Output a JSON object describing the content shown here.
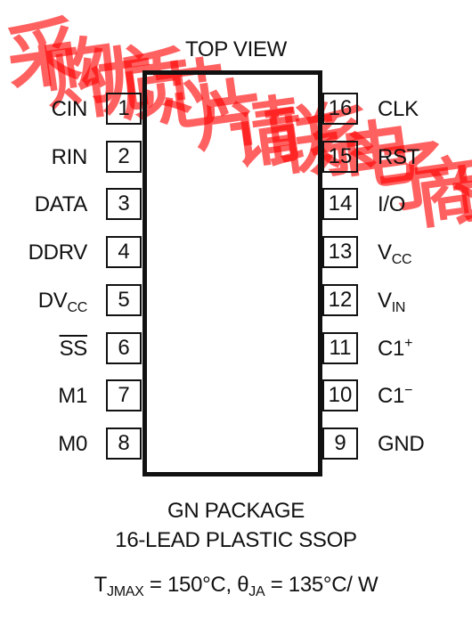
{
  "title": "TOP VIEW",
  "package": {
    "name": "GN PACKAGE",
    "description": "16-LEAD PLASTIC SSOP"
  },
  "thermal": {
    "tj_main": "T",
    "tj_sub": "JMAX",
    "tj_value": " = 150°C, ",
    "theta": "θ",
    "theta_sub": "JA",
    "theta_value": " = 135°C/ W"
  },
  "pins_left": [
    {
      "num": "1",
      "label": "CIN"
    },
    {
      "num": "2",
      "label": "RIN"
    },
    {
      "num": "3",
      "label": "DATA"
    },
    {
      "num": "4",
      "label": "DDRV"
    },
    {
      "num": "5",
      "label": "DV",
      "sub": "CC"
    },
    {
      "num": "6",
      "label": "SS",
      "overline": true
    },
    {
      "num": "7",
      "label": "M1"
    },
    {
      "num": "8",
      "label": "M0"
    }
  ],
  "pins_right": [
    {
      "num": "16",
      "label": "CLK"
    },
    {
      "num": "15",
      "label": "RST"
    },
    {
      "num": "14",
      "label": "I/O"
    },
    {
      "num": "13",
      "label": "V",
      "sub": "CC"
    },
    {
      "num": "12",
      "label": "V",
      "sub": "IN"
    },
    {
      "num": "11",
      "label": "C1",
      "sup": "+"
    },
    {
      "num": "10",
      "label": "C1",
      "sup": "−"
    },
    {
      "num": "9",
      "label": "GND"
    }
  ],
  "watermark": {
    "text": "采购优质芯片请联系电子商城",
    "color": "#ff0000"
  }
}
